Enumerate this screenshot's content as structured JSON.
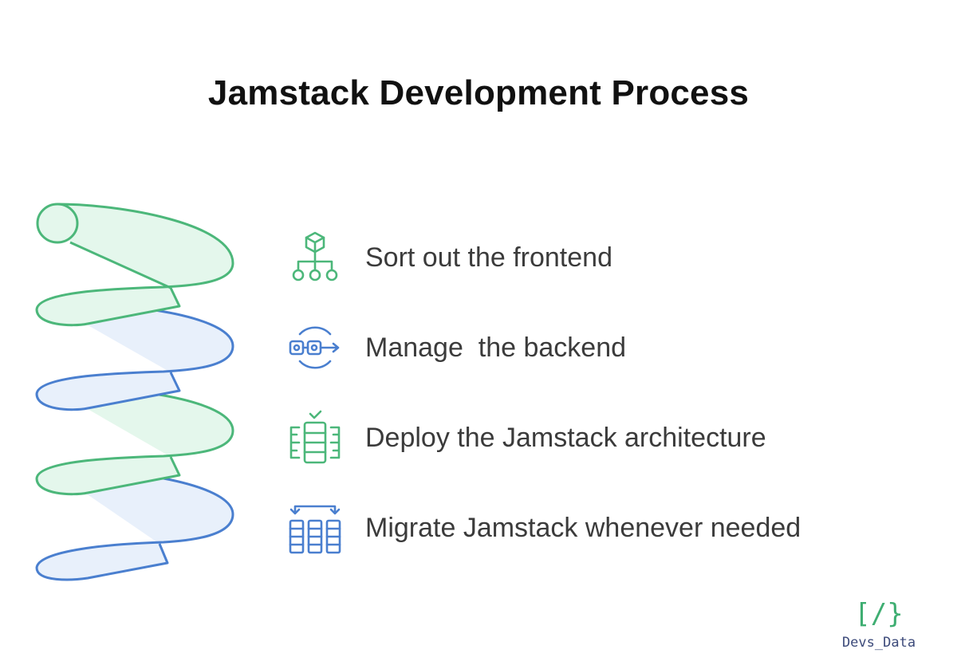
{
  "title": "Jamstack Development Process",
  "steps": [
    {
      "label": "Sort out the frontend",
      "icon": "hierarchy-cube-icon",
      "color": "#4cb77a"
    },
    {
      "label": "Manage  the backend",
      "icon": "process-flow-icon",
      "color": "#4a7fcf"
    },
    {
      "label": "Deploy the Jamstack architecture",
      "icon": "server-deploy-icon",
      "color": "#4cb77a"
    },
    {
      "label": "Migrate Jamstack whenever needed",
      "icon": "data-migration-icon",
      "color": "#4a7fcf"
    }
  ],
  "brand": {
    "mark": "[/}",
    "name": "Devs_Data"
  },
  "colors": {
    "green_stroke": "#4cb77a",
    "green_fill": "#e4f7ec",
    "blue_stroke": "#4a7fcf",
    "blue_fill": "#e8f0fb"
  }
}
